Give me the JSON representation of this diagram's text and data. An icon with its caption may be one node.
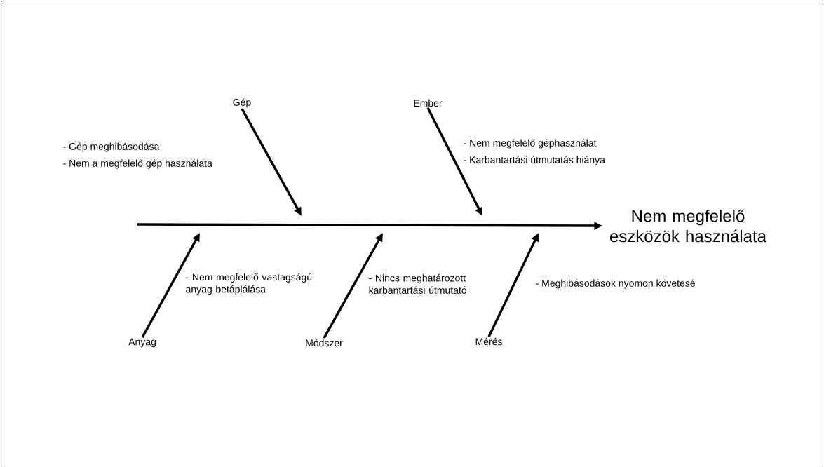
{
  "diagram": {
    "nodes": [
      {
        "text": [
          "Nem megfelelő eszközök használata"
        ]
      },
      {
        "text": [
          "Gép"
        ],
        "beside": [
          "- Gép meghibásodása",
          "- Nem a megfelelő gép használata"
        ]
      },
      {
        "text": [
          "Ember"
        ],
        "beside": [
          "- Nem megfelelő géphasználat",
          "- Karbantartási útmutatás hiánya"
        ]
      },
      {
        "text": [
          "Anyag"
        ]
      },
      {
        "text": [
          "Módszer"
        ]
      },
      {
        "text": [
          "Mérés"
        ]
      }
    ],
    "labels": [
      "- Nem megfelelő vastagságú anyag betáplálása",
      "- Nincs meghatározott karbantartási útmutató",
      "- Meghibásodások nyomon követesé"
    ],
    "edges": [
      {
        "from": null,
        "to": 0,
        "arrow": "to"
      },
      {
        "from": 1,
        "to": null,
        "arrow": "to"
      },
      {
        "from": 2,
        "to": null,
        "arrow": "to"
      },
      {
        "from": 3,
        "to": null,
        "arrow": "to"
      },
      {
        "from": 4,
        "to": null,
        "arrow": "to"
      },
      {
        "from": 5,
        "to": null,
        "arrow": "to"
      }
    ]
  }
}
